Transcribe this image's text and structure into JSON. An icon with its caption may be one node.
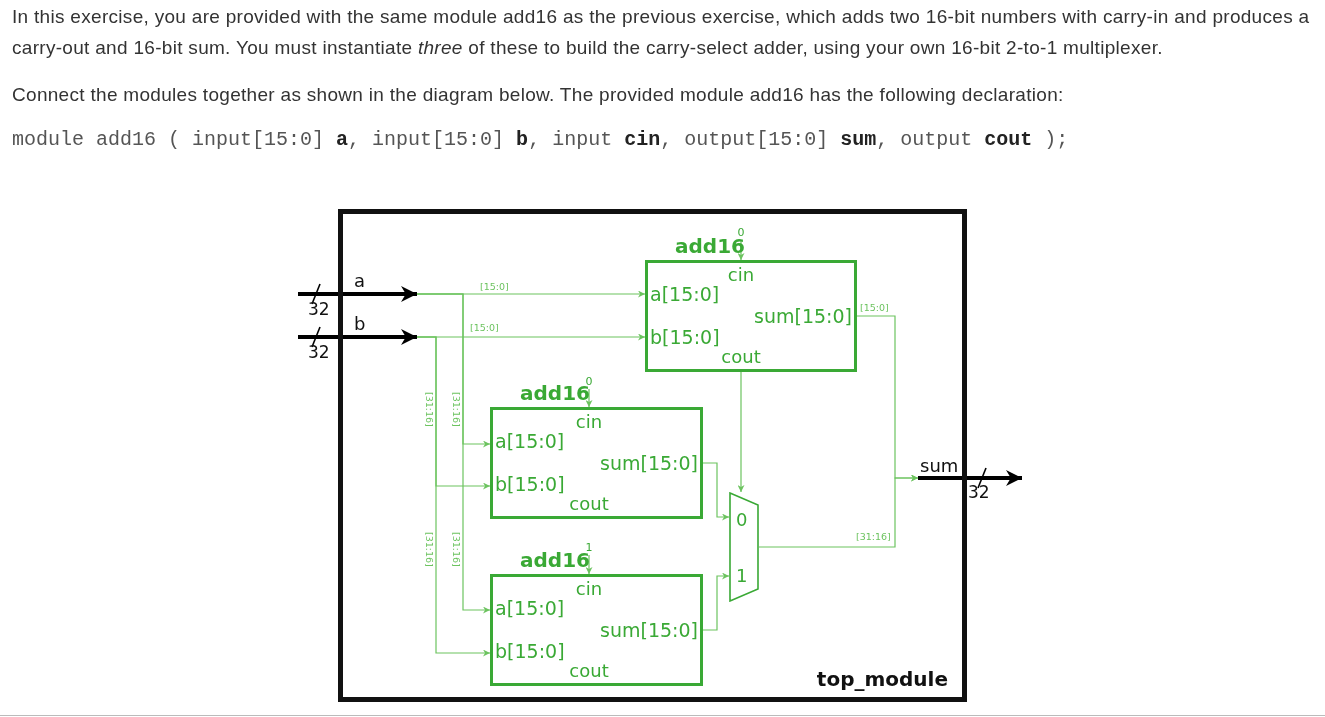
{
  "diagram": {
    "nodes": [
      {
        "text": [
          "top_module"
        ]
      },
      {
        "text": [
          "a"
        ],
        "in": 0
      },
      {
        "text": [
          "b"
        ],
        "in": 0
      },
      {
        "text": [
          "0"
        ],
        "in": 0
      },
      {
        "text": [
          "add16",
          "cin",
          "a[15:0]",
          "b[15:0]",
          "sum[15:0]",
          "cout"
        ],
        "in": 0
      },
      {
        "text": [
          "0"
        ],
        "in": 0
      },
      {
        "text": [
          "add16",
          "cin",
          "a[15:0]",
          "b[15:0]",
          "sum[15:0]",
          "cout"
        ],
        "in": 0
      },
      {
        "text": [
          "1"
        ],
        "in": 0
      },
      {
        "text": [
          "add16",
          "cin",
          "a[15:0]",
          "b[15:0]",
          "sum[15:0]",
          "cout"
        ],
        "in": 0
      },
      {
        "text": [
          "0",
          "1"
        ],
        "in": 0
      },
      {
        "text": [
          "sum"
        ],
        "in": 0
      }
    ],
    "edges": [
      {
        "from": null,
        "to": 1,
        "arrow": "to",
        "style": "thick",
        "color": "#000000"
      },
      {
        "from": null,
        "to": 2,
        "arrow": "to",
        "style": "thick",
        "color": "#000000"
      },
      {
        "from": 1,
        "to": 4,
        "arrow": "to",
        "label": "[15:0]"
      },
      {
        "from": 2,
        "to": 4,
        "arrow": "to",
        "label": "[15:0]"
      },
      {
        "from": 1,
        "to": 6,
        "arrow": "to",
        "label": "[31:16]"
      },
      {
        "from": 2,
        "to": 6,
        "arrow": "to",
        "label": "[31:16]"
      },
      {
        "from": 1,
        "to": 8,
        "arrow": "to",
        "label": "[31:16]"
      },
      {
        "from": 2,
        "to": 8,
        "arrow": "to",
        "label": "[31:16]"
      },
      {
        "from": 3,
        "to": 4,
        "arrow": "to"
      },
      {
        "from": 5,
        "to": 6,
        "arrow": "to"
      },
      {
        "from": 7,
        "to": 8,
        "arrow": "to"
      },
      {
        "from": 4,
        "to": 9,
        "arrow": "to"
      },
      {
        "from": 6,
        "to": 9,
        "arrow": "to"
      },
      {
        "from": 8,
        "to": 9,
        "arrow": "to"
      },
      {
        "from": 4,
        "to": 10,
        "arrow": "to",
        "label": "[15:0]"
      },
      {
        "from": 9,
        "to": 10,
        "arrow": "to",
        "label": "[31:16]"
      },
      {
        "from": 10,
        "to": null,
        "arrow": "to",
        "style": "thick",
        "color": "#000000"
      }
    ],
    "labels": [
      "In this exercise, you are provided with the same module add16 as the previous exercise, which adds two 16-bit numbers with carry-in and produces a carry-out and 16-bit sum. You must instantiate *three* of these to build the carry-select adder, using your own 16-bit 2-to-1 multiplexer.",
      "Connect the modules together as shown in the diagram below. The provided module add16 has the following declaration:",
      "module add16 ( input[15:0] **a**, input[15:0] **b**, input **cin**, output[15:0] **sum**, output **cout** );",
      "32",
      "32",
      "32"
    ]
  }
}
